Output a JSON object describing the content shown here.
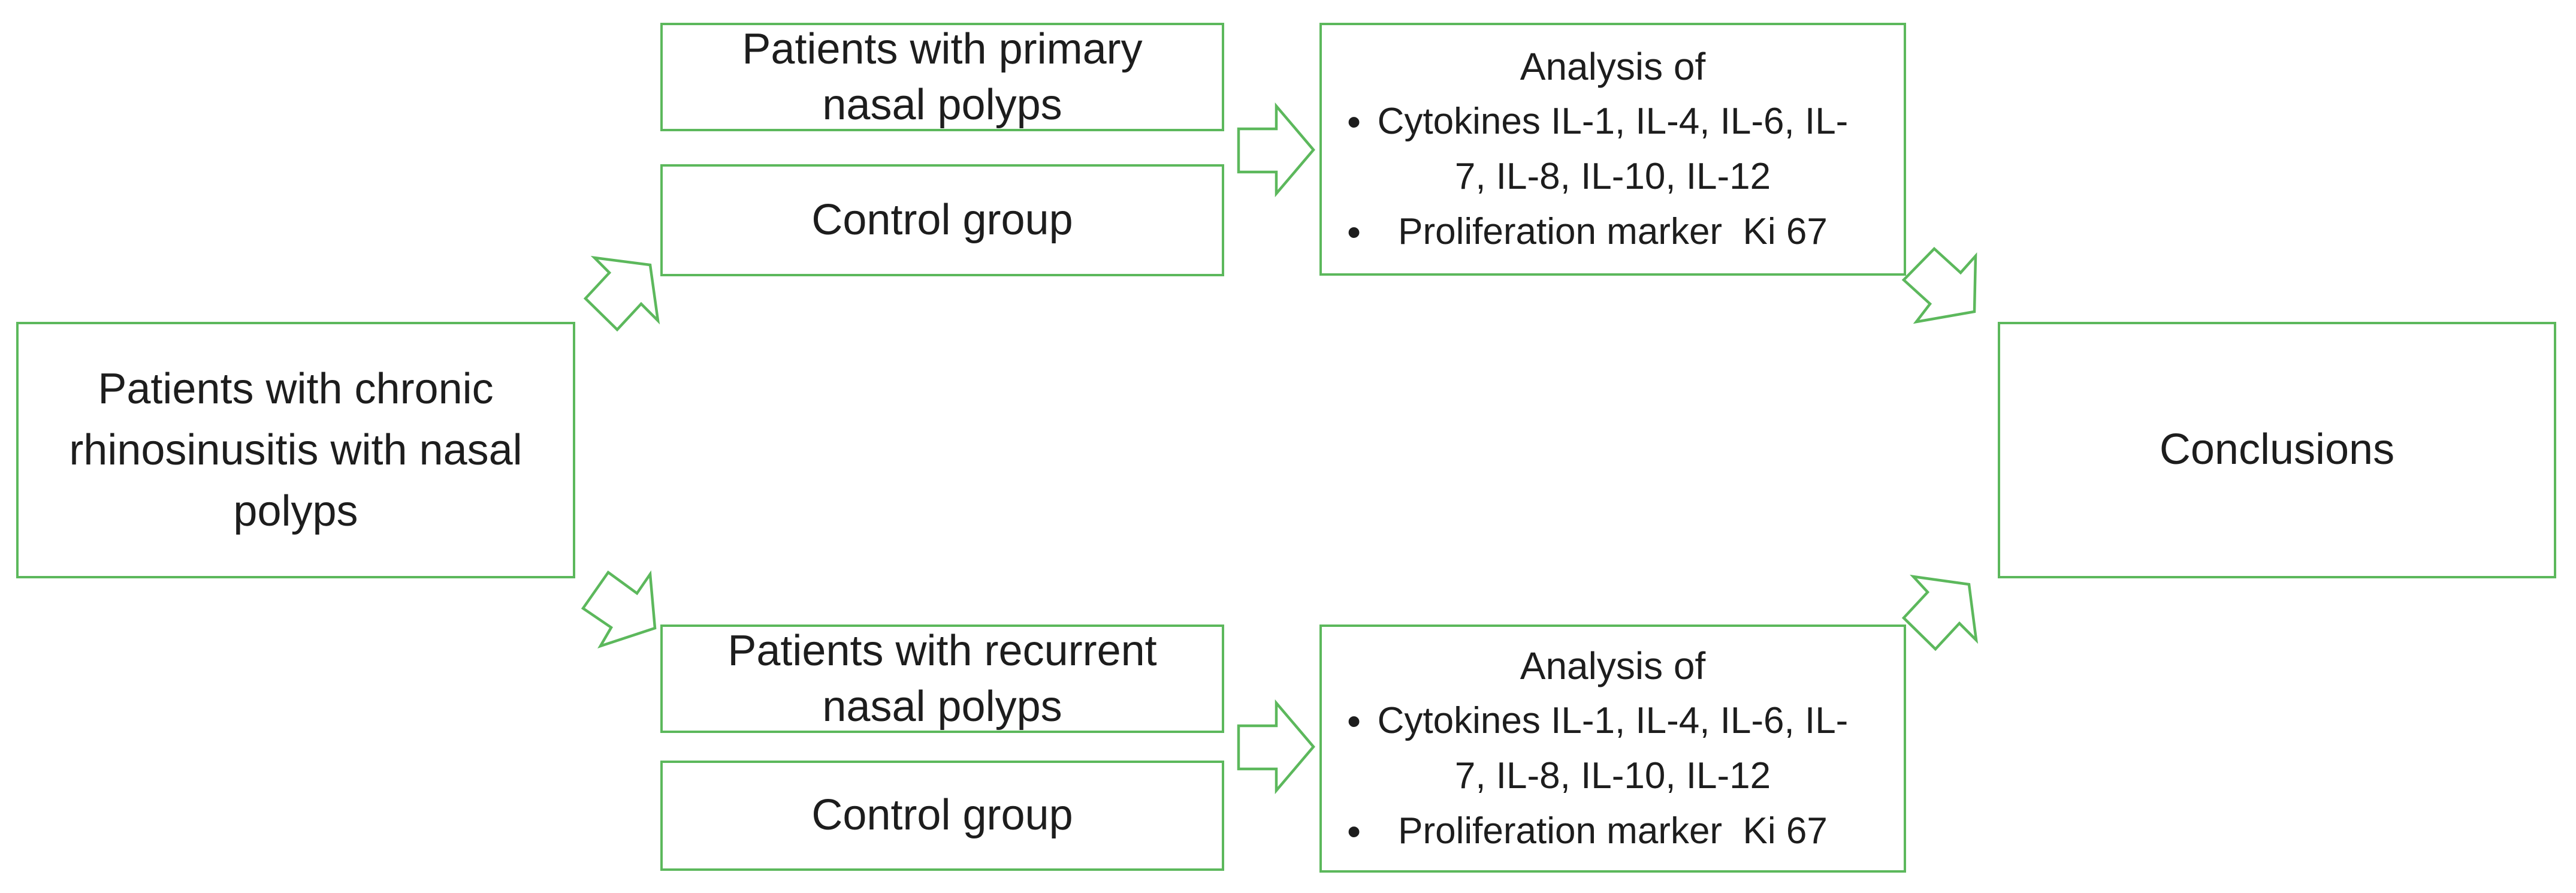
{
  "diagram": {
    "background": "#ffffff",
    "accent_green": "#5cb85c",
    "text_color": "#1d1d1d",
    "bullet_glyph": "•",
    "boxes": {
      "source": {
        "label": "Patients with chronic\nrhinosinusitis with nasal\npolyps"
      },
      "primary": {
        "label": "Patients with primary\nnasal polyps"
      },
      "control_top": {
        "label": "Control group"
      },
      "analysis_top": {
        "title": "Analysis of",
        "bullets": [
          "Cytokines IL-1, IL-4, IL-6, IL-\n7, IL-8, IL-10, IL-12",
          "Proliferation marker  Ki 67"
        ]
      },
      "recurrent": {
        "label": "Patients with recurrent\nnasal polyps"
      },
      "control_bottom": {
        "label": "Control group"
      },
      "analysis_bottom": {
        "title": "Analysis of",
        "bullets": [
          "Cytokines IL-1, IL-4, IL-6, IL-\n7, IL-8, IL-10, IL-12",
          "Proliferation marker  Ki 67"
        ]
      },
      "conclusions": {
        "label": "Conclusions"
      }
    },
    "arrows": [
      {
        "name": "up-right-block-arrow-icon",
        "from": "source box",
        "to": "top branch boxes"
      },
      {
        "name": "down-right-block-arrow-icon",
        "from": "source box",
        "to": "bottom branch boxes"
      },
      {
        "name": "right-block-arrow-icon",
        "from": "top branch boxes",
        "to": "top analysis box"
      },
      {
        "name": "right-block-arrow-icon",
        "from": "bottom branch boxes",
        "to": "bottom analysis box"
      },
      {
        "name": "down-right-block-arrow-icon",
        "from": "top analysis box",
        "to": "conclusions box"
      },
      {
        "name": "up-right-block-arrow-icon",
        "from": "bottom analysis box",
        "to": "conclusions box"
      }
    ]
  }
}
